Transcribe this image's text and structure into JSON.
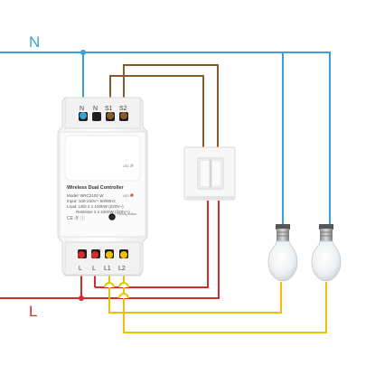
{
  "labels": {
    "neutral": "N",
    "live": "L"
  },
  "colors": {
    "neutral": "#3aa0d8",
    "live": "#d62b2b",
    "switch_wire": "#8b5a2b",
    "load_wire": "#f0c000",
    "background": "#ffffff"
  },
  "controller": {
    "top_terminals": [
      "N",
      "N",
      "S1",
      "S2"
    ],
    "bottom_terminals": [
      "L",
      "L",
      "L1",
      "L2"
    ],
    "name": "Wireless Dual Controller",
    "led1": "LED 1",
    "led2": "LED 2",
    "model": "Model: BRC2102 W",
    "input": "Input: 100-240V~ 50/60Hz",
    "load_led": "Load: LED 2 x 1000W (220V~)",
    "load_resistive": "Resistive 2 x 2200W (220V~)",
    "pairing_button": "Pairing Button",
    "cert_marks": "CE Ⓡ ⓘ"
  },
  "devices": {
    "wall_switch": "double-rocker-switch",
    "bulb_count": 2
  }
}
